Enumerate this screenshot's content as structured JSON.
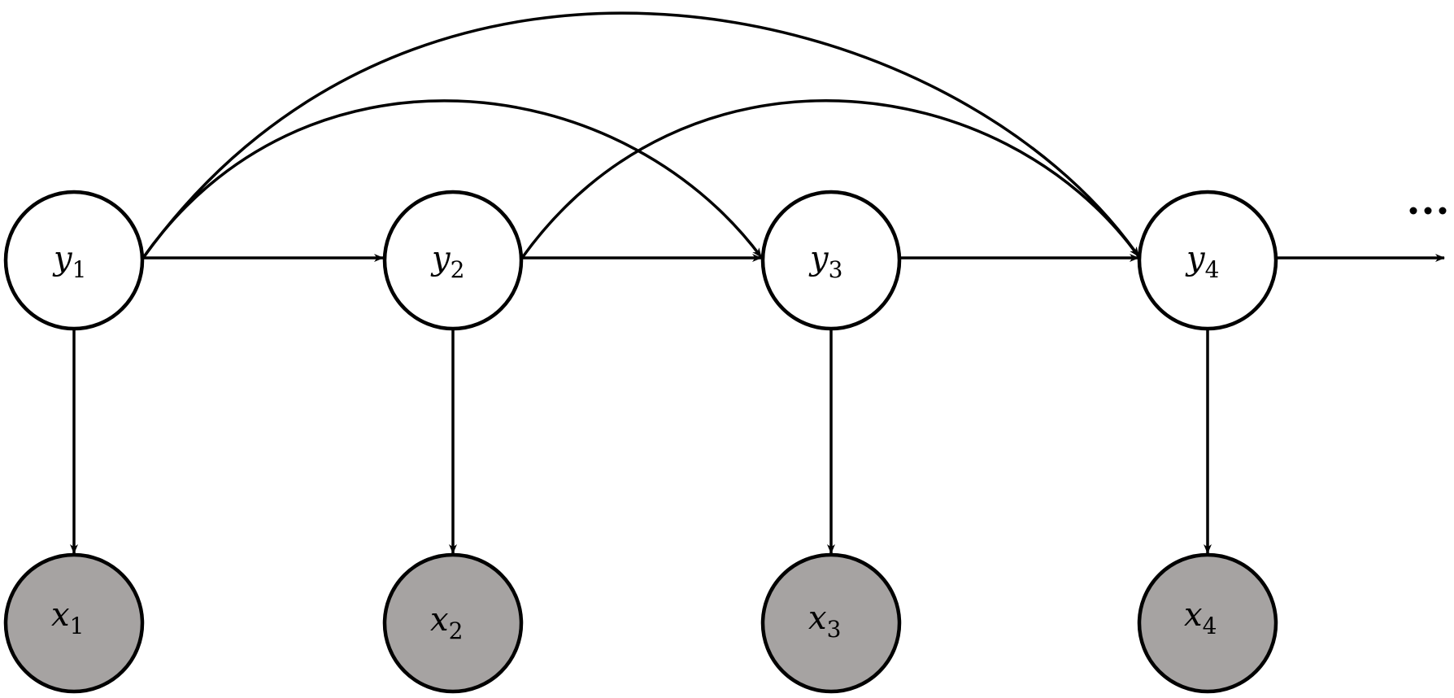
{
  "diagram": {
    "hidden_nodes": [
      {
        "id": "y1",
        "symbol": "y",
        "subscript": "1"
      },
      {
        "id": "y2",
        "symbol": "y",
        "subscript": "2"
      },
      {
        "id": "y3",
        "symbol": "y",
        "subscript": "3"
      },
      {
        "id": "y4",
        "symbol": "y",
        "subscript": "4"
      }
    ],
    "observed_nodes": [
      {
        "id": "x1",
        "symbol": "x",
        "subscript": "1"
      },
      {
        "id": "x2",
        "symbol": "x",
        "subscript": "2"
      },
      {
        "id": "x3",
        "symbol": "x",
        "subscript": "3"
      },
      {
        "id": "x4",
        "symbol": "x",
        "subscript": "4"
      }
    ],
    "edges": [
      {
        "from": "y1",
        "to": "y2"
      },
      {
        "from": "y2",
        "to": "y3"
      },
      {
        "from": "y3",
        "to": "y4"
      },
      {
        "from": "y4",
        "to": "continuation"
      },
      {
        "from": "y1",
        "to": "y3"
      },
      {
        "from": "y1",
        "to": "y4"
      },
      {
        "from": "y2",
        "to": "y4"
      },
      {
        "from": "y1",
        "to": "x1"
      },
      {
        "from": "y2",
        "to": "x2"
      },
      {
        "from": "y3",
        "to": "x3"
      },
      {
        "from": "y4",
        "to": "x4"
      }
    ],
    "continuation": "…",
    "colors": {
      "hidden_fill": "#ffffff",
      "observed_fill": "#a6a3a2",
      "stroke": "#000000"
    }
  }
}
